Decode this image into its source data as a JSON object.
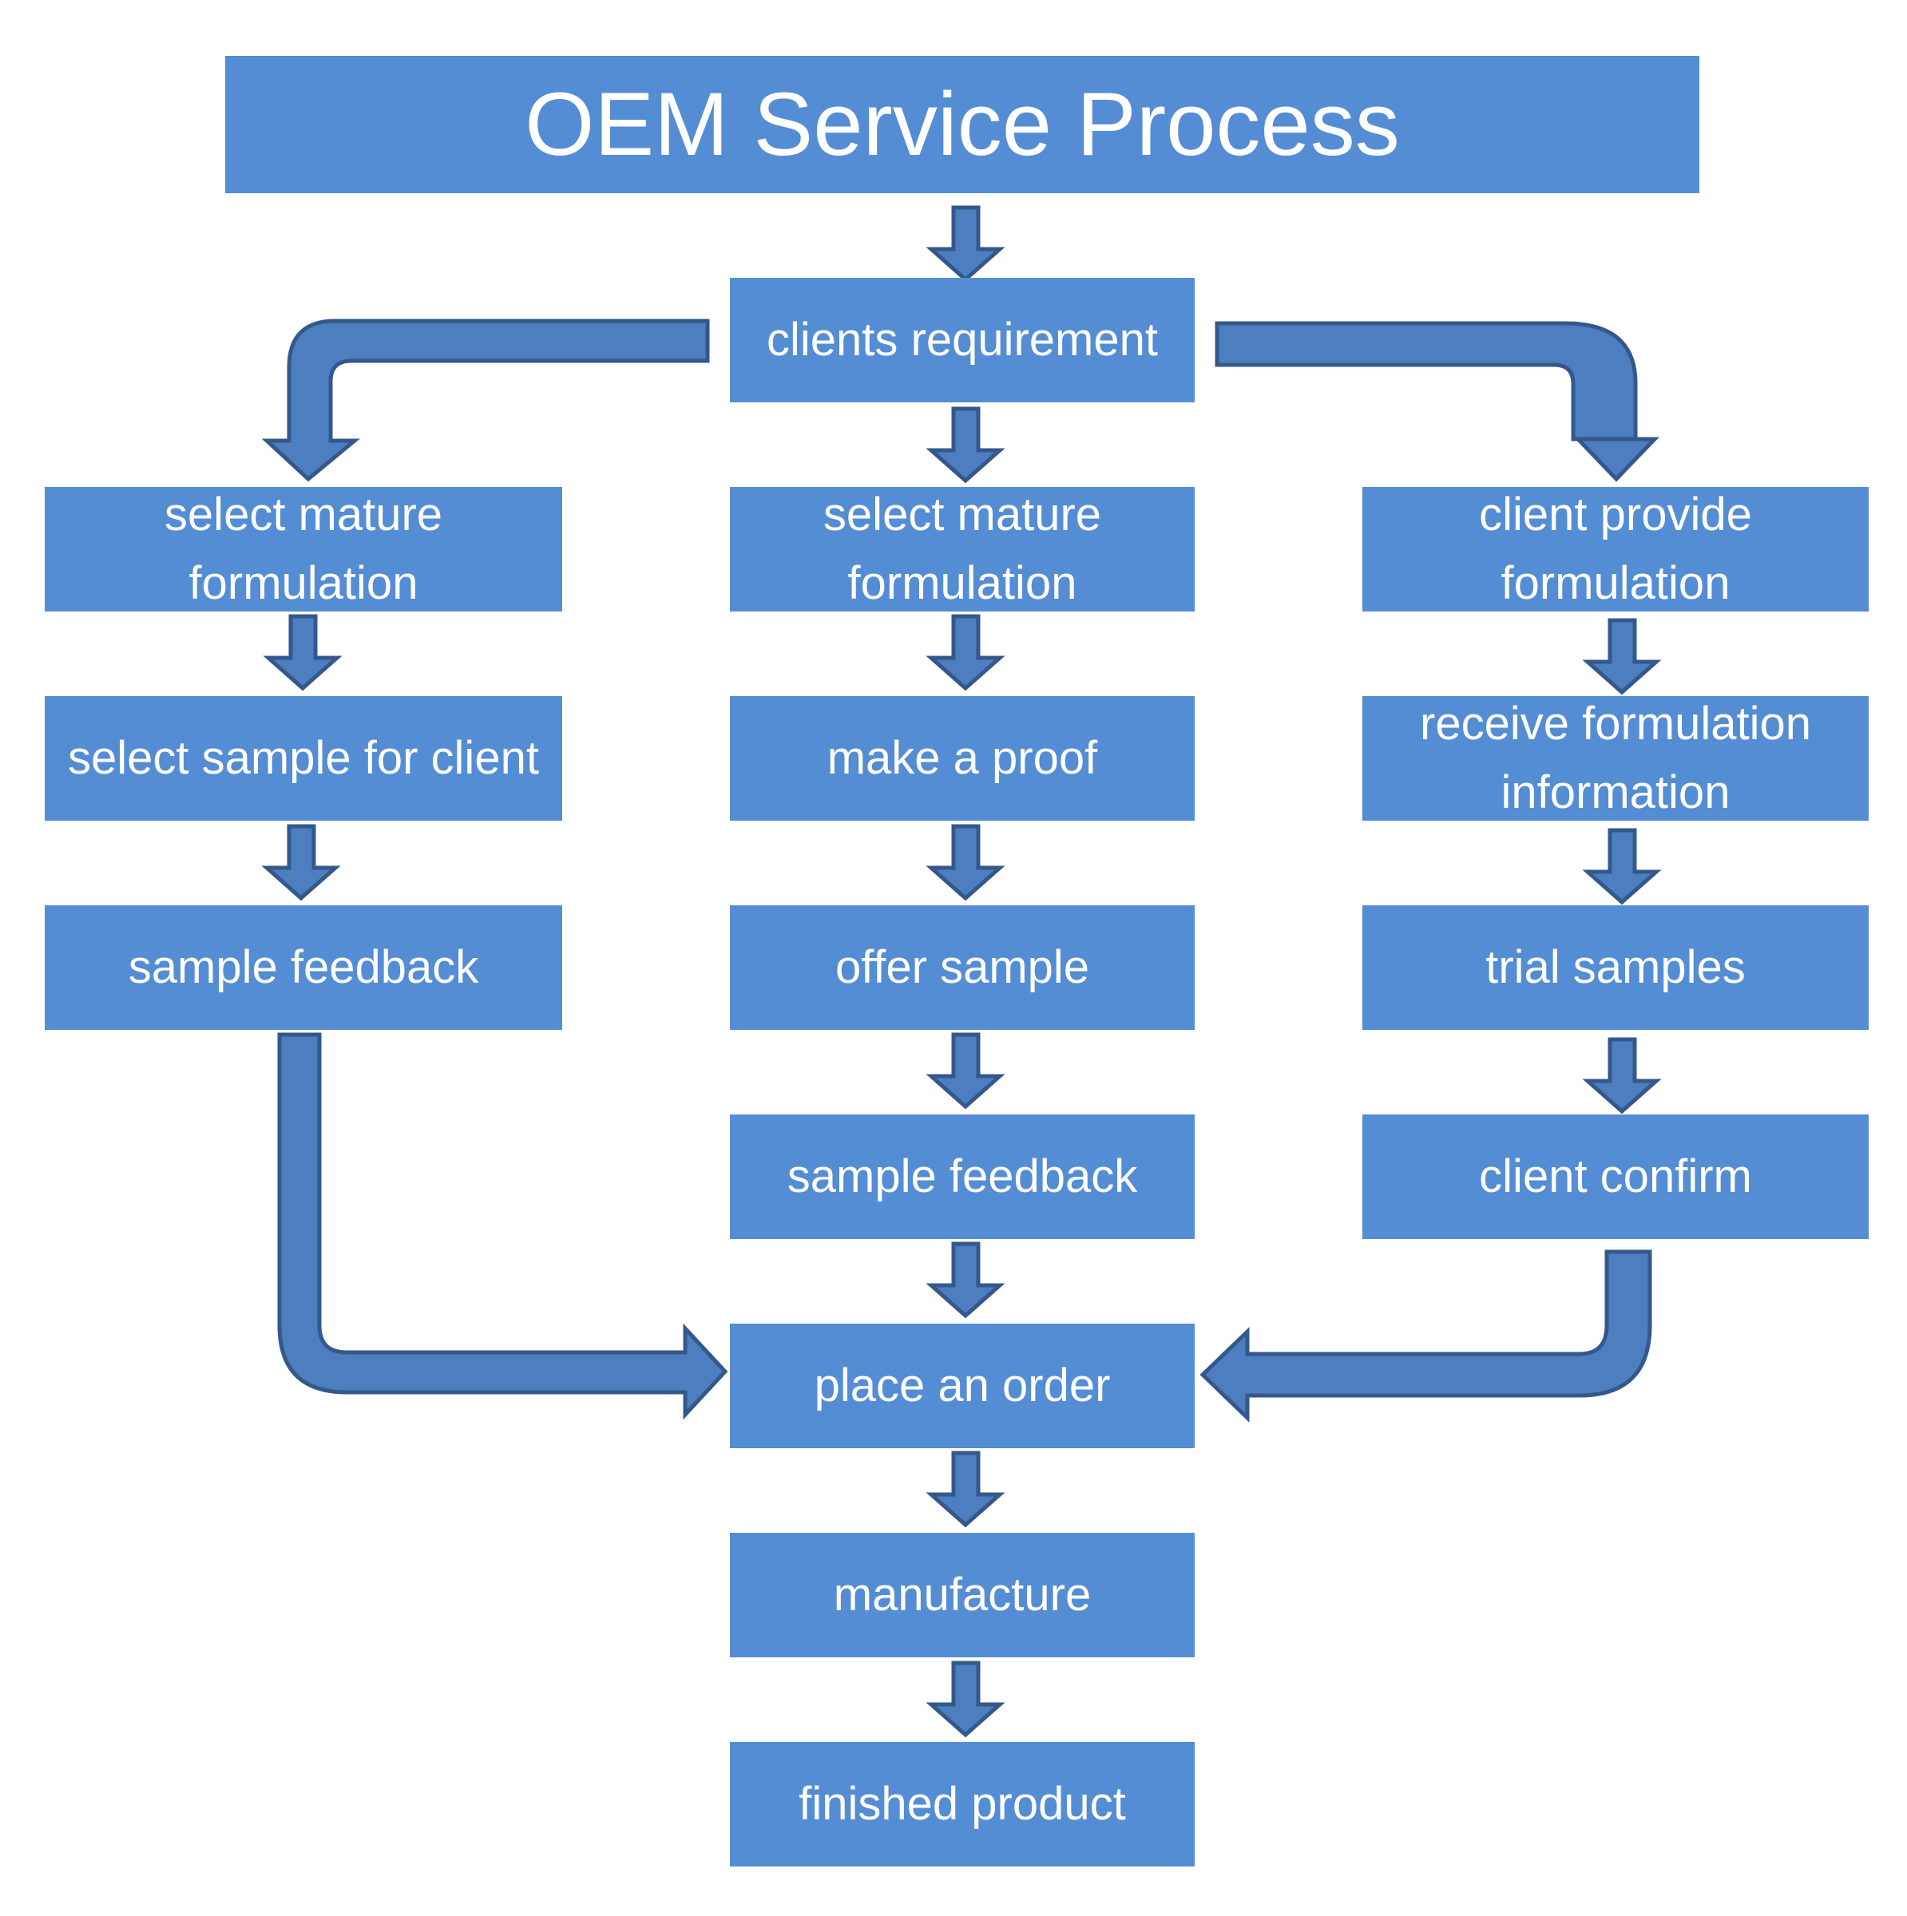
{
  "title": "OEM Service Process",
  "colors": {
    "box_fill": "#548dd4",
    "arrow_fill": "#4d7ebf",
    "arrow_stroke": "#34588b",
    "text": "#ffffff"
  },
  "nodes": {
    "clients_requirement": "clients requirement",
    "left_select_mature_formulation": "select mature formulation",
    "left_select_sample_for_client": "select sample for client",
    "left_sample_feedback": "sample feedback",
    "center_select_mature_formulation": "select mature formulation",
    "center_make_a_proof": "make a proof",
    "center_offer_sample": "offer sample",
    "center_sample_feedback": "sample feedback",
    "place_an_order": "place an order",
    "manufacture": "manufacture",
    "finished_product": "finished product",
    "right_client_provide_formulation": "client provide formulation",
    "right_receive_formulation_information": "receive formulation information",
    "right_trial_samples": "trial samples",
    "right_client_confirm": "client confirm"
  },
  "edges": [
    [
      "title",
      "clients_requirement"
    ],
    [
      "clients_requirement",
      "left_select_mature_formulation"
    ],
    [
      "clients_requirement",
      "center_select_mature_formulation"
    ],
    [
      "clients_requirement",
      "right_client_provide_formulation"
    ],
    [
      "left_select_mature_formulation",
      "left_select_sample_for_client"
    ],
    [
      "left_select_sample_for_client",
      "left_sample_feedback"
    ],
    [
      "left_sample_feedback",
      "place_an_order"
    ],
    [
      "center_select_mature_formulation",
      "center_make_a_proof"
    ],
    [
      "center_make_a_proof",
      "center_offer_sample"
    ],
    [
      "center_offer_sample",
      "center_sample_feedback"
    ],
    [
      "center_sample_feedback",
      "place_an_order"
    ],
    [
      "right_client_provide_formulation",
      "right_receive_formulation_information"
    ],
    [
      "right_receive_formulation_information",
      "right_trial_samples"
    ],
    [
      "right_trial_samples",
      "right_client_confirm"
    ],
    [
      "right_client_confirm",
      "place_an_order"
    ],
    [
      "place_an_order",
      "manufacture"
    ],
    [
      "manufacture",
      "finished_product"
    ]
  ]
}
